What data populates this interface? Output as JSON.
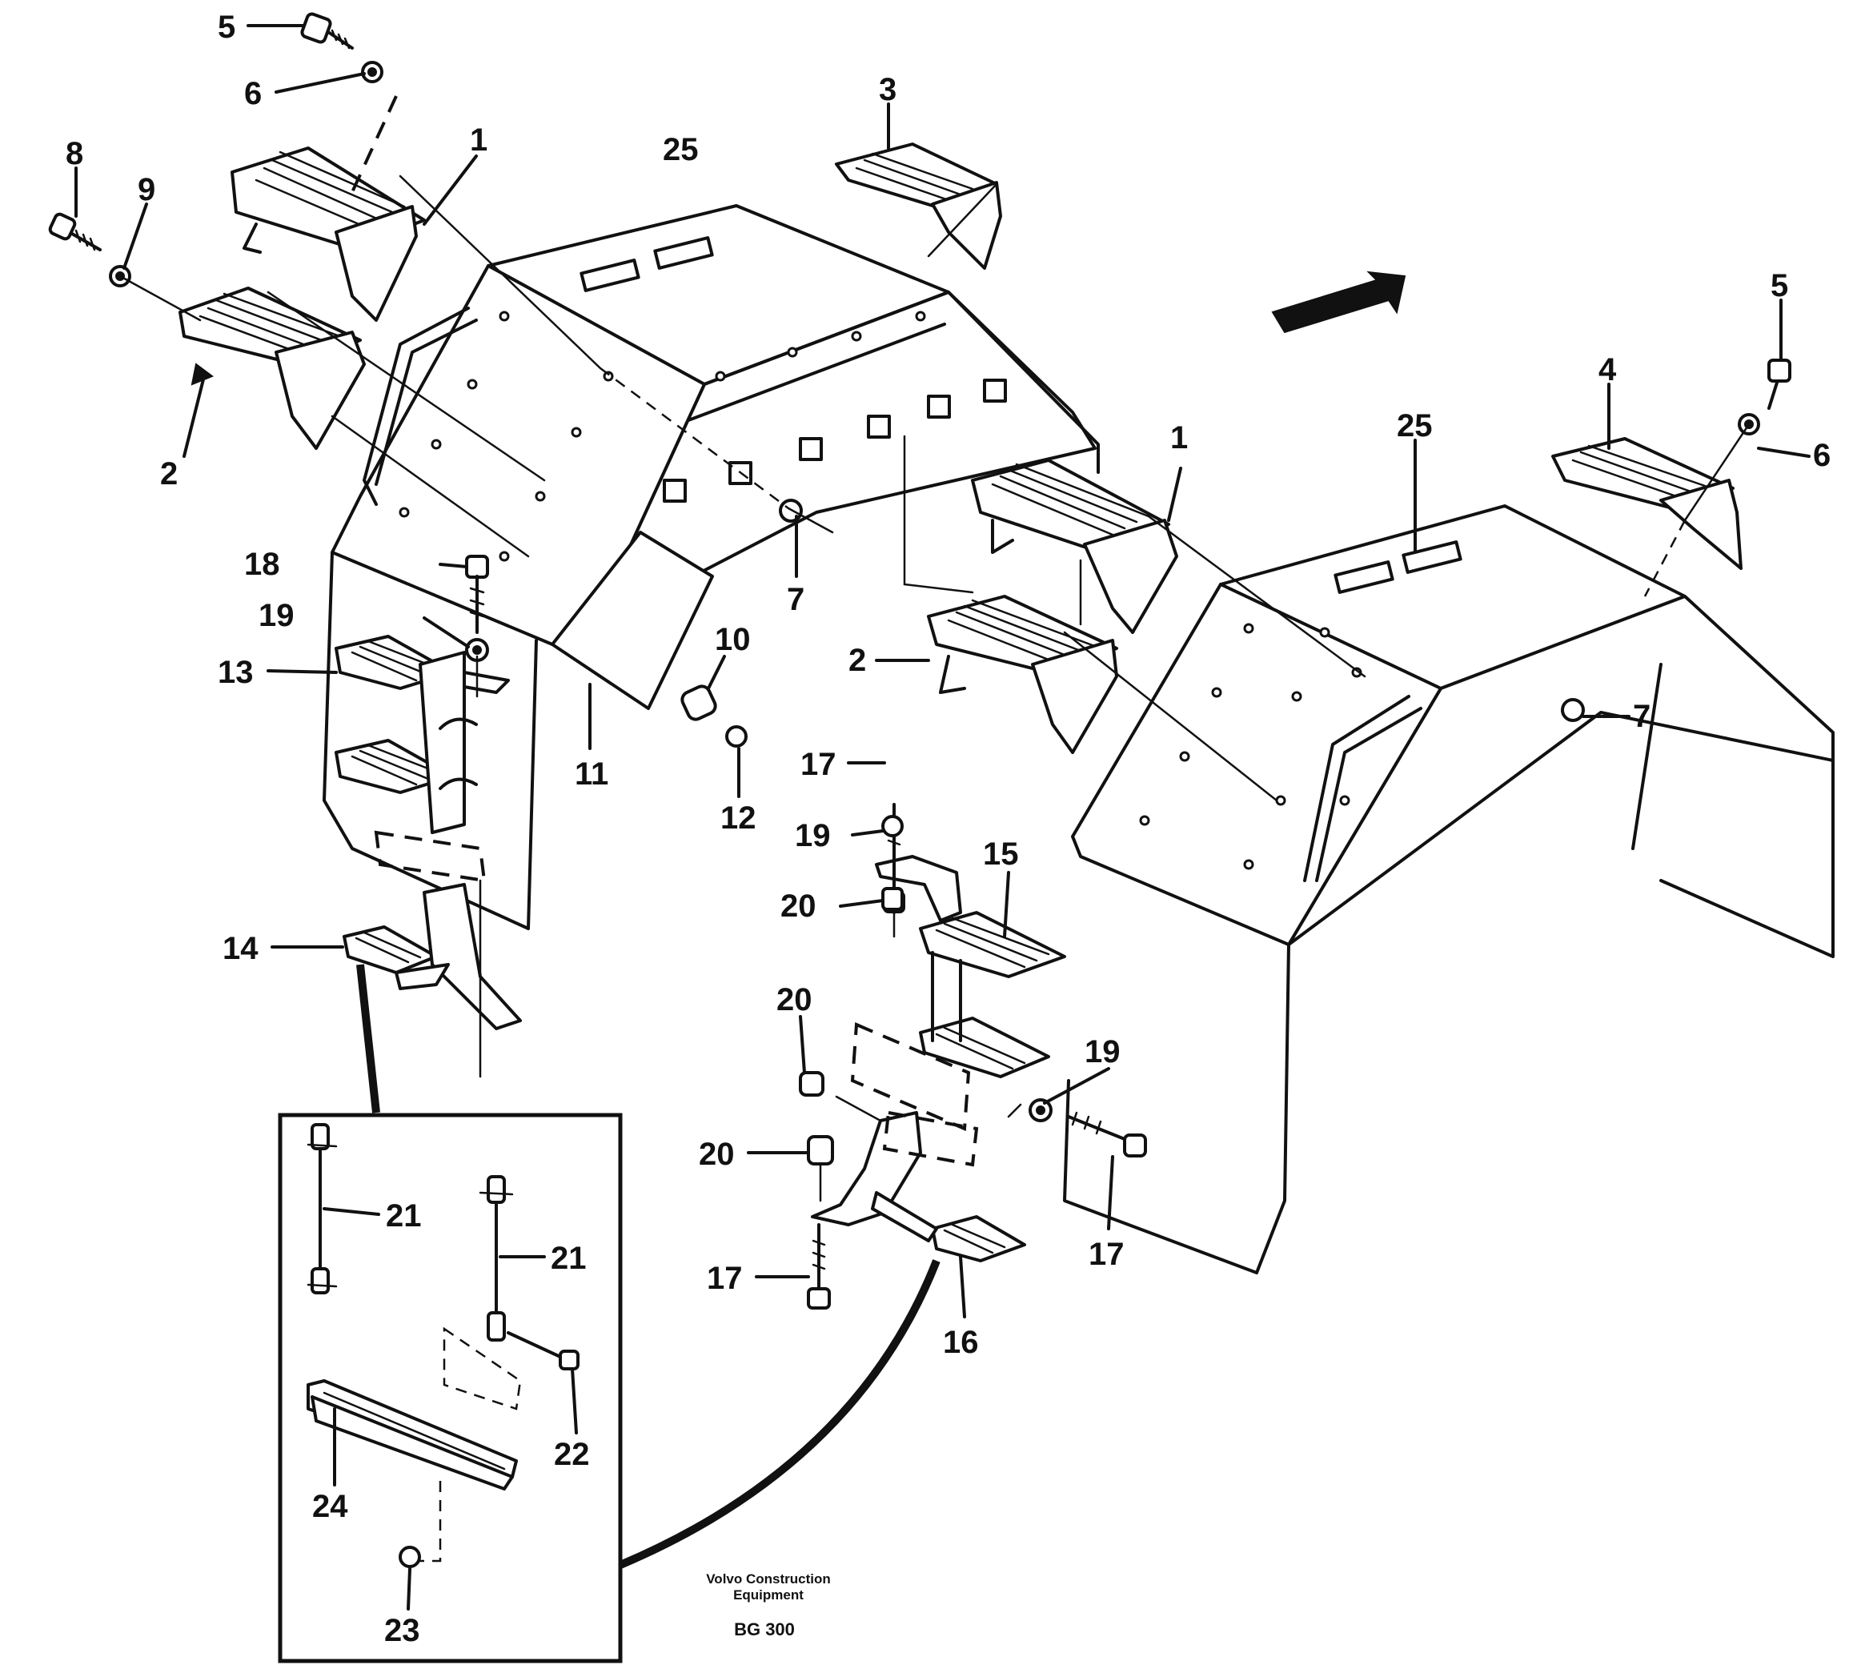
{
  "callouts": {
    "c5a": "5",
    "c6a": "6",
    "c8": "8",
    "c9": "9",
    "c1a": "1",
    "c2a": "2",
    "c3": "3",
    "c25a": "25",
    "c5b": "5",
    "c4": "4",
    "c6b": "6",
    "c25b": "25",
    "c1b": "1",
    "c7a": "7",
    "c7b": "7",
    "c18": "18",
    "c19a": "19",
    "c13": "13",
    "c10": "10",
    "c11": "11",
    "c12": "12",
    "c2b": "2",
    "c17a": "17",
    "c19b": "19",
    "c15": "15",
    "c20a": "20",
    "c14": "14",
    "c20b": "20",
    "c19c": "19",
    "c20c": "20",
    "c17b": "17",
    "c17c": "17",
    "c16": "16",
    "c21a": "21",
    "c21b": "21",
    "c22": "22",
    "c24": "24",
    "c23": "23"
  },
  "footer": {
    "line1": "Volvo Construction",
    "line2": "Equipment",
    "code": "BG 300"
  },
  "icons": {
    "direction": "arrow-right-icon"
  }
}
